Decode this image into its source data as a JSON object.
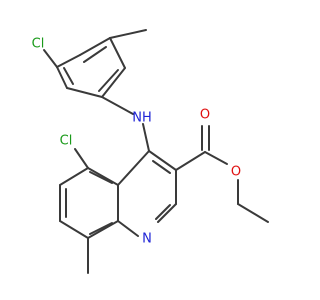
{
  "molecule": {
    "atoms": {
      "cl_top": {
        "text": "Cl",
        "color": "#1a9a1a"
      },
      "cl_mid": {
        "text": "Cl",
        "color": "#1a9a1a"
      },
      "nh": {
        "text": "NH",
        "color": "#1f24d6"
      },
      "o_carbonyl": {
        "text": "O",
        "color": "#e01010"
      },
      "o_ester": {
        "text": "O",
        "color": "#e01010"
      },
      "n_ring": {
        "text": "N",
        "color": "#1f24d6"
      }
    }
  }
}
